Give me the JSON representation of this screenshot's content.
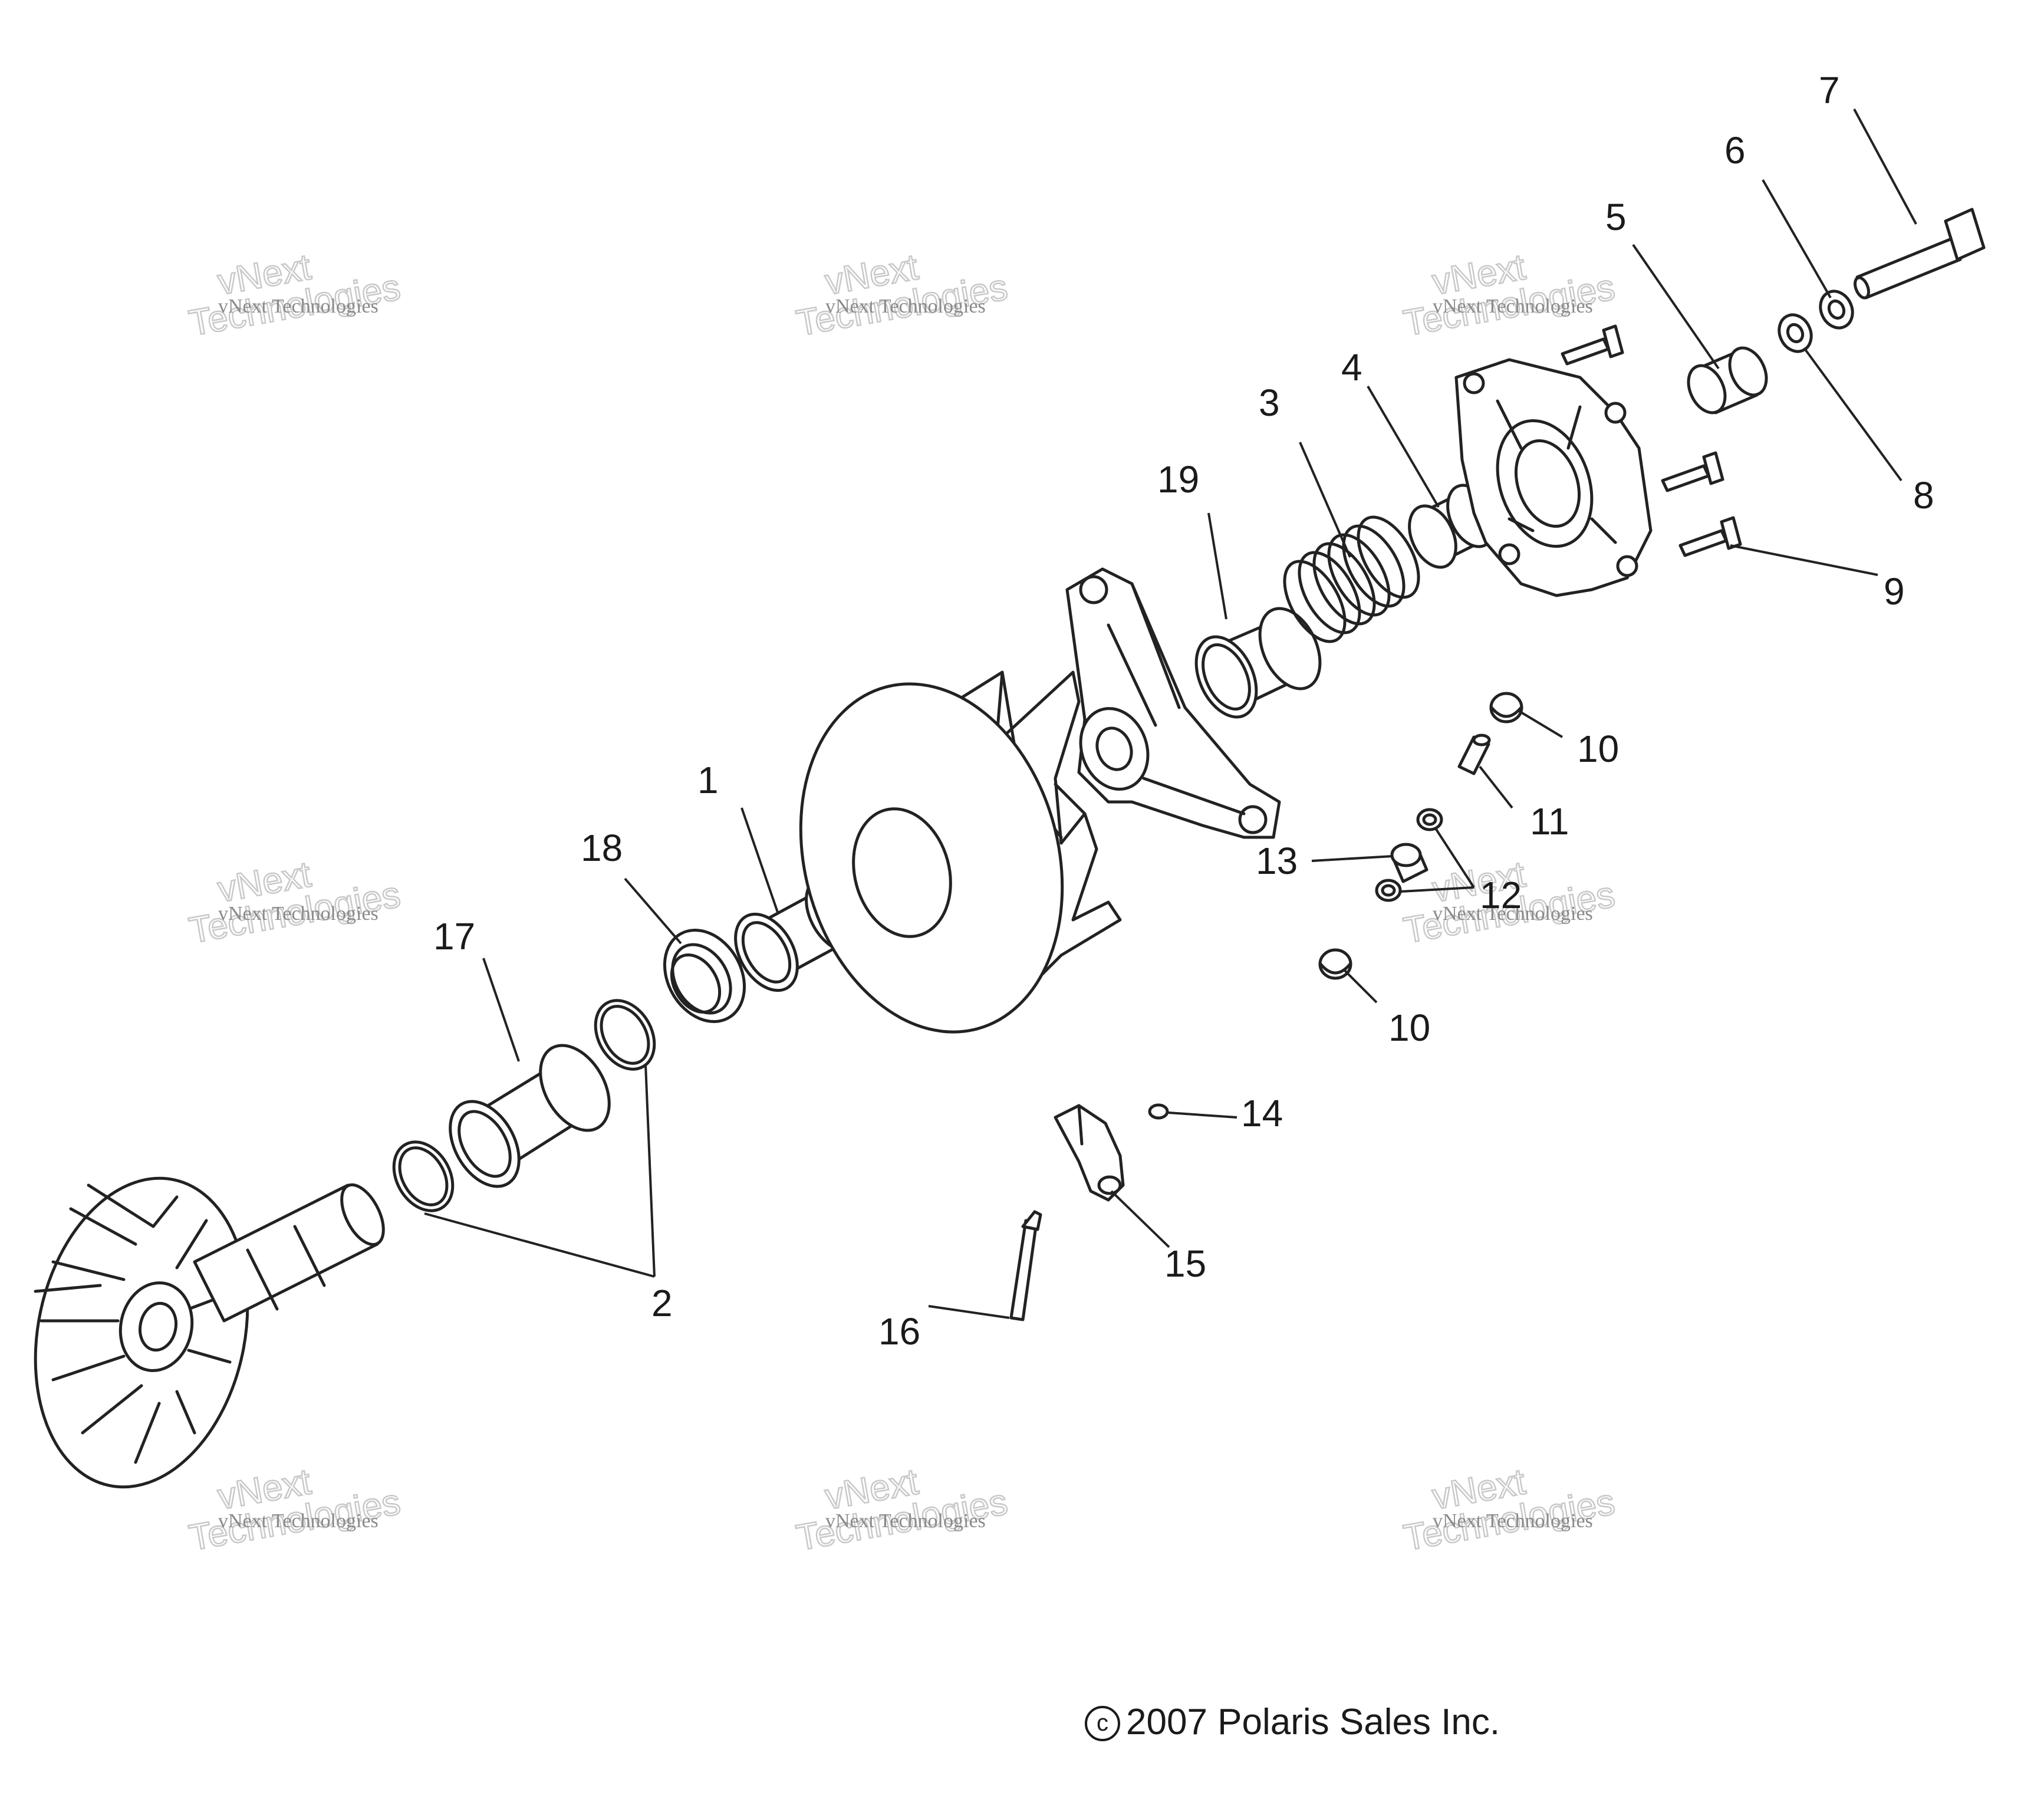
{
  "diagram": {
    "callouts": [
      {
        "id": "1",
        "label": "1"
      },
      {
        "id": "2",
        "label": "2"
      },
      {
        "id": "3",
        "label": "3"
      },
      {
        "id": "4",
        "label": "4"
      },
      {
        "id": "5",
        "label": "5"
      },
      {
        "id": "6",
        "label": "6"
      },
      {
        "id": "7",
        "label": "7"
      },
      {
        "id": "8",
        "label": "8"
      },
      {
        "id": "9",
        "label": "9"
      },
      {
        "id": "10a",
        "label": "10"
      },
      {
        "id": "10b",
        "label": "10"
      },
      {
        "id": "11",
        "label": "11"
      },
      {
        "id": "12",
        "label": "12"
      },
      {
        "id": "13",
        "label": "13"
      },
      {
        "id": "14",
        "label": "14"
      },
      {
        "id": "15",
        "label": "15"
      },
      {
        "id": "16",
        "label": "16"
      },
      {
        "id": "17",
        "label": "17"
      },
      {
        "id": "18",
        "label": "18"
      },
      {
        "id": "19",
        "label": "19"
      }
    ],
    "watermark": {
      "small": "vNext Technologies",
      "large_top": "vNext",
      "large_bottom": "Technologies"
    },
    "copyright": {
      "symbol": "c",
      "text": "2007 Polaris Sales Inc."
    }
  }
}
